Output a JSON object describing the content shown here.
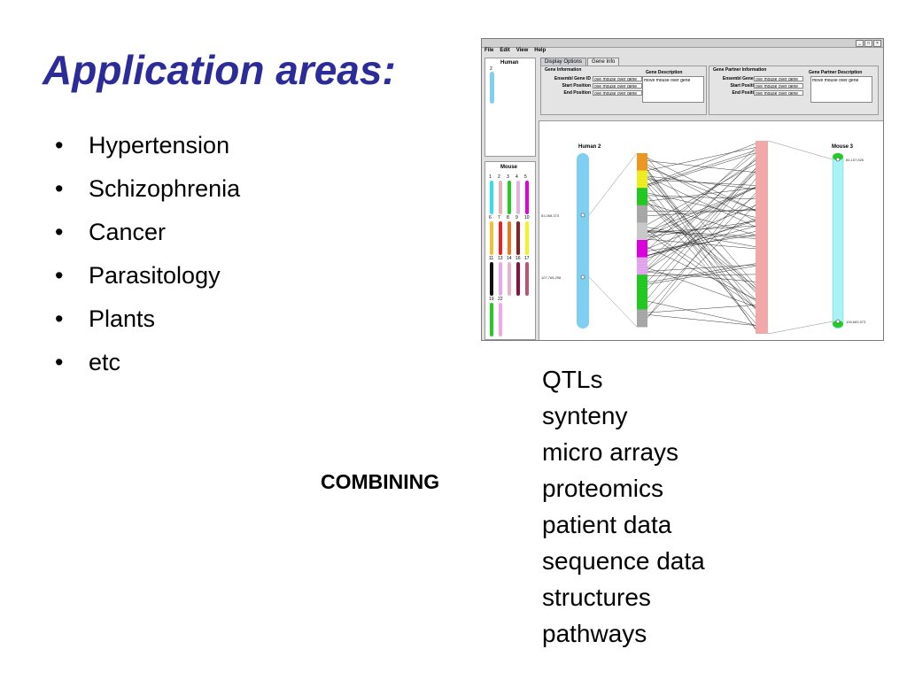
{
  "slide": {
    "title": "Application areas:",
    "bullets": [
      "Hypertension",
      "Schizophrenia",
      "Cancer",
      "Parasitology",
      "Plants",
      "etc"
    ],
    "combining_label": "COMBINING",
    "data_types": [
      "QTLs",
      "synteny",
      "micro arrays",
      "proteomics",
      "patient data",
      "sequence data",
      "structures",
      "pathways"
    ]
  },
  "app": {
    "window_title": "",
    "menu": [
      "File",
      "Edit",
      "View",
      "Help"
    ],
    "left_top_label": "Human",
    "left_top_number": "2",
    "left_bottom_label": "Mouse",
    "mouse_chromosomes": [
      {
        "num": "1",
        "color": "#33e0ee"
      },
      {
        "num": "2",
        "color": "#e6b2b2"
      },
      {
        "num": "3",
        "color": "#22cc22"
      },
      {
        "num": "4",
        "color": "#e6b2e6"
      },
      {
        "num": "5",
        "color": "#e000e0"
      },
      {
        "num": "6",
        "color": "#f2c030"
      },
      {
        "num": "7",
        "color": "#ee2222"
      },
      {
        "num": "8",
        "color": "#ee7722"
      },
      {
        "num": "9",
        "color": "#882222"
      },
      {
        "num": "10",
        "color": "#f4f422"
      },
      {
        "num": "11",
        "color": "#111111"
      },
      {
        "num": "13",
        "color": "#e6a8e6"
      },
      {
        "num": "14",
        "color": "#e6b2cc"
      },
      {
        "num": "16",
        "color": "#881144"
      },
      {
        "num": "17",
        "color": "#bb5577"
      },
      {
        "num": "19",
        "color": "#22cc22"
      },
      {
        "num": "22",
        "color": "#f2a8e6"
      }
    ],
    "tabs": [
      "Display Options",
      "Gene Info"
    ],
    "gene_info": {
      "header": "Gene Information",
      "description_header": "Gene Description",
      "rows": [
        "Ensembl Gene ID",
        "Start Position",
        "End Position"
      ],
      "value": "ove mouse over gene",
      "description": "move mouse over gene"
    },
    "partner_info": {
      "header": "Gene Partner Information",
      "description_header": "Gene Partner Description",
      "rows": [
        "Ensembl Gene ID",
        "Start Position",
        "End Position"
      ],
      "value": "ove mouse over gene",
      "description": "move mouse over gene"
    },
    "canvas": {
      "left_label": "Human 2",
      "right_label": "Mouse 3",
      "left_markers": [
        "81,068,373",
        "107,768,298"
      ],
      "right_markers": [
        "84,157,826",
        "106,683,973"
      ],
      "left_color": "#7fcff2",
      "right_color": "#a8f4f4",
      "right_cap_color": "#22cc22",
      "band_color": "#f2a8a8",
      "line_color": "#222222",
      "left_band_segments": [
        "#f29922",
        "#f2f222",
        "#22cc22",
        "#aaaaaa",
        "#cccccc",
        "#e000e0",
        "#e6a8f2",
        "#22cc22",
        "#22cc22",
        "#aaaaaa"
      ]
    }
  }
}
